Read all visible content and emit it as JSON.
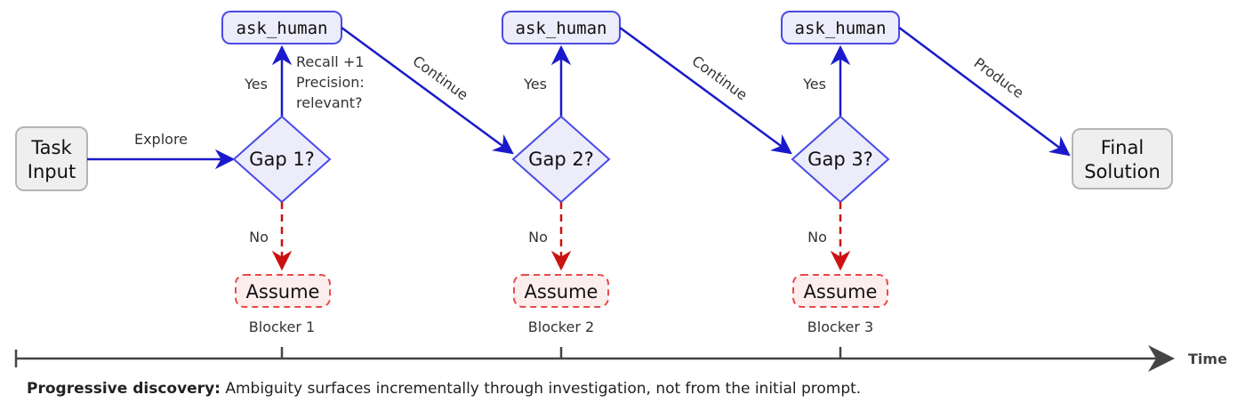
{
  "task_input": [
    "Task",
    "Input"
  ],
  "final_solution": [
    "Final",
    "Solution"
  ],
  "explore_label": "Explore",
  "ask_human_label": "ask_human",
  "yes_label": "Yes",
  "no_label": "No",
  "assume_label": "Assume",
  "gaps": [
    "Gap 1?",
    "Gap 2?",
    "Gap 3?"
  ],
  "blockers": [
    "Blocker 1",
    "Blocker 2",
    "Blocker 3"
  ],
  "continue_label": "Continue",
  "produce_label": "Produce",
  "annotation": [
    "Recall +1",
    "Precision:",
    "relevant?"
  ],
  "time_label": "Time",
  "caption": {
    "bold": "Progressive discovery:",
    "text": " Ambiguity surfaces incrementally through investigation, not from the initial prompt."
  },
  "colors": {
    "blue": "#1a1acc",
    "red": "#cc1111",
    "gap_fill": "#ececfb",
    "gap_stroke": "#4a4ae8",
    "assume_fill": "#fdeeee",
    "assume_stroke": "#e84a4a",
    "gray_fill": "#efefef",
    "gray_stroke": "#b5b5b5"
  }
}
